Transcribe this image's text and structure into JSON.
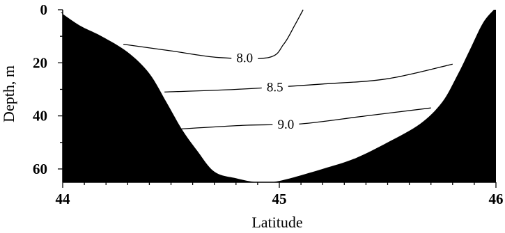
{
  "chart_data": {
    "type": "contour",
    "xlabel": "Latitude",
    "ylabel": "Depth, m",
    "xlim": [
      44,
      46
    ],
    "ylim": [
      0,
      65
    ],
    "y_inverted": true,
    "x_ticks": [
      44,
      45,
      46
    ],
    "y_ticks": [
      0,
      20,
      40,
      60
    ],
    "grid": false,
    "colors": {
      "seabed": "#000000",
      "water": "#ffffff",
      "contour_line": "#000000"
    },
    "seabed_profile": [
      {
        "lat": 43.99,
        "depth": 1
      },
      {
        "lat": 44.08,
        "depth": 6
      },
      {
        "lat": 44.18,
        "depth": 10
      },
      {
        "lat": 44.3,
        "depth": 16
      },
      {
        "lat": 44.4,
        "depth": 24
      },
      {
        "lat": 44.48,
        "depth": 35
      },
      {
        "lat": 44.55,
        "depth": 45
      },
      {
        "lat": 44.62,
        "depth": 53
      },
      {
        "lat": 44.7,
        "depth": 61
      },
      {
        "lat": 44.8,
        "depth": 63.5
      },
      {
        "lat": 44.9,
        "depth": 65
      },
      {
        "lat": 45.0,
        "depth": 64.5
      },
      {
        "lat": 45.2,
        "depth": 60
      },
      {
        "lat": 45.35,
        "depth": 56
      },
      {
        "lat": 45.5,
        "depth": 50
      },
      {
        "lat": 45.65,
        "depth": 43
      },
      {
        "lat": 45.75,
        "depth": 35
      },
      {
        "lat": 45.82,
        "depth": 25
      },
      {
        "lat": 45.88,
        "depth": 15
      },
      {
        "lat": 45.94,
        "depth": 5
      },
      {
        "lat": 45.99,
        "depth": 0
      }
    ],
    "contours": [
      {
        "level": 8.0,
        "label": "8.0",
        "label_at": {
          "lat": 44.84,
          "depth": 18
        },
        "points": [
          {
            "lat": 44.28,
            "depth": 13
          },
          {
            "lat": 44.5,
            "depth": 15.5
          },
          {
            "lat": 44.72,
            "depth": 18
          },
          {
            "lat": 44.95,
            "depth": 18
          },
          {
            "lat": 45.02,
            "depth": 13
          },
          {
            "lat": 45.07,
            "depth": 6
          },
          {
            "lat": 45.11,
            "depth": 0
          }
        ]
      },
      {
        "level": 8.5,
        "label": "8.5",
        "label_at": {
          "lat": 44.98,
          "depth": 29
        },
        "points": [
          {
            "lat": 44.47,
            "depth": 31
          },
          {
            "lat": 44.8,
            "depth": 30
          },
          {
            "lat": 45.2,
            "depth": 28
          },
          {
            "lat": 45.5,
            "depth": 26
          },
          {
            "lat": 45.8,
            "depth": 20.5
          }
        ]
      },
      {
        "level": 9.0,
        "label": "9.0",
        "label_at": {
          "lat": 45.03,
          "depth": 43
        },
        "points": [
          {
            "lat": 44.53,
            "depth": 45
          },
          {
            "lat": 44.85,
            "depth": 43.5
          },
          {
            "lat": 45.1,
            "depth": 43
          },
          {
            "lat": 45.4,
            "depth": 40
          },
          {
            "lat": 45.7,
            "depth": 37
          }
        ]
      }
    ]
  }
}
